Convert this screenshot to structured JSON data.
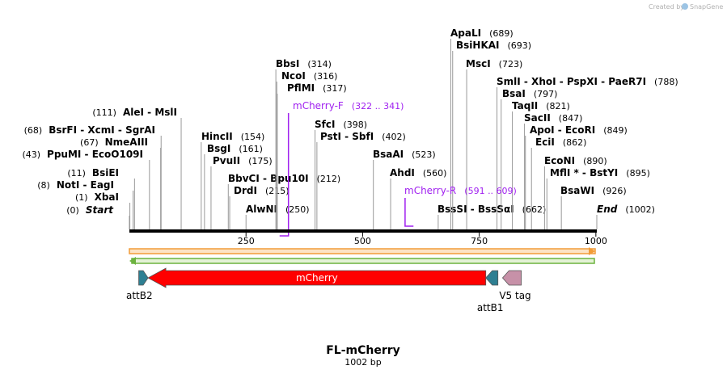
{
  "header": {
    "created_by": "Created by",
    "brand": "SnapGene",
    "brand_icon": "snapgene-logo-icon"
  },
  "map": {
    "title": "FL-mCherry",
    "length_label": "1002 bp",
    "length": 1002,
    "ticks": [
      {
        "value": 250,
        "label": "250"
      },
      {
        "value": 500,
        "label": "500"
      },
      {
        "value": 750,
        "label": "750"
      },
      {
        "value": 1000,
        "label": "1000"
      }
    ],
    "sites": [
      {
        "pos": 0,
        "label": "Start",
        "pos_label": "(0)",
        "italic": true
      },
      {
        "pos": 1,
        "label": "XbaI",
        "pos_label": "(1)"
      },
      {
        "pos": 8,
        "label": "NotI  - EagI",
        "pos_label": "(8)"
      },
      {
        "pos": 11,
        "label": "BsiEI",
        "pos_label": "(11)"
      },
      {
        "pos": 43,
        "label": "PpuMI  - EcoO109I",
        "pos_label": "(43)"
      },
      {
        "pos": 67,
        "label": "NmeAIII",
        "pos_label": "(67)"
      },
      {
        "pos": 68,
        "label": "BsrFI  - XcmI  - SgrAI",
        "pos_label": "(68)"
      },
      {
        "pos": 111,
        "label": "AleI  - MslI",
        "pos_label": "(111)"
      },
      {
        "pos": 154,
        "label": "HincII",
        "pos_label": "(154)"
      },
      {
        "pos": 161,
        "label": "BsgI",
        "pos_label": "(161)"
      },
      {
        "pos": 175,
        "label": "PvuII",
        "pos_label": "(175)"
      },
      {
        "pos": 212,
        "label": "BbvCI  - Bpu10I",
        "pos_label": "(212)"
      },
      {
        "pos": 215,
        "label": "DrdI",
        "pos_label": "(215)"
      },
      {
        "pos": 250,
        "label": "AlwNI",
        "pos_label": "(250)"
      },
      {
        "pos": 314,
        "label": "BbsI",
        "pos_label": "(314)"
      },
      {
        "pos": 316,
        "label": "NcoI",
        "pos_label": "(316)"
      },
      {
        "pos": 317,
        "label": "PflMI",
        "pos_label": "(317)"
      },
      {
        "pos": 398,
        "label": "SfcI",
        "pos_label": "(398)"
      },
      {
        "pos": 402,
        "label": "PstI  - SbfI",
        "pos_label": "(402)"
      },
      {
        "pos": 523,
        "label": "BsaAI",
        "pos_label": "(523)"
      },
      {
        "pos": 560,
        "label": "AhdI",
        "pos_label": "(560)"
      },
      {
        "pos": 662,
        "label": "BssSI  - BssSαI",
        "pos_label": "(662)"
      },
      {
        "pos": 689,
        "label": "ApaLI",
        "pos_label": "(689)"
      },
      {
        "pos": 693,
        "label": "BsiHKAI",
        "pos_label": "(693)"
      },
      {
        "pos": 723,
        "label": "MscI",
        "pos_label": "(723)"
      },
      {
        "pos": 788,
        "label": "SmlI  - XhoI  - PspXI  - PaeR7I",
        "pos_label": "(788)"
      },
      {
        "pos": 797,
        "label": "BsaI",
        "pos_label": "(797)"
      },
      {
        "pos": 821,
        "label": "TaqII",
        "pos_label": "(821)"
      },
      {
        "pos": 847,
        "label": "SacII",
        "pos_label": "(847)"
      },
      {
        "pos": 849,
        "label": "ApoI  - EcoRI",
        "pos_label": "(849)"
      },
      {
        "pos": 862,
        "label": "EciI",
        "pos_label": "(862)"
      },
      {
        "pos": 890,
        "label": "EcoNI",
        "pos_label": "(890)"
      },
      {
        "pos": 895,
        "label": "MflI *  - BstYI",
        "pos_label": "(895)"
      },
      {
        "pos": 926,
        "label": "BsaWI",
        "pos_label": "(926)"
      },
      {
        "pos": 1002,
        "label": "End",
        "pos_label": "(1002)",
        "italic": true
      }
    ],
    "primers": [
      {
        "name": "mCherry-F",
        "range_label": "(322 .. 341)",
        "start": 322,
        "end": 341,
        "color": "#a020f0"
      },
      {
        "name": "mCherry-R",
        "range_label": "(591 .. 609)",
        "start": 591,
        "end": 609,
        "color": "#a020f0"
      }
    ],
    "features": [
      {
        "name": "attB2",
        "start": 20,
        "end": 40,
        "direction": "right",
        "color": "#2e7f92"
      },
      {
        "name": "mCherry",
        "start": 40,
        "end": 764,
        "direction": "left",
        "color": "#ff0000"
      },
      {
        "name": "attB1",
        "start": 764,
        "end": 790,
        "direction": "left",
        "color": "#2e7f92"
      },
      {
        "name": "V5 tag",
        "start": 800,
        "end": 840,
        "direction": "left",
        "color": "#c791a8"
      }
    ],
    "colors": {
      "backbone": "#000000",
      "orf_orange": "#f29c38",
      "orf_green": "#6cb33f",
      "primer": "#a020f0"
    }
  }
}
